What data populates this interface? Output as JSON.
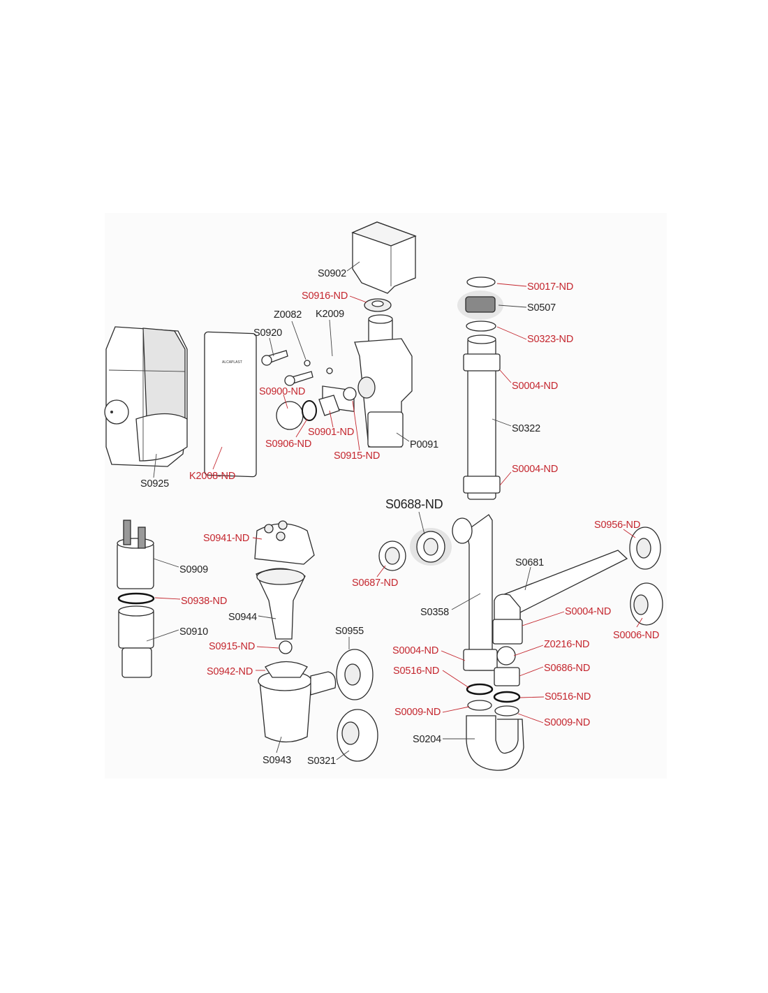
{
  "colors": {
    "part_label": "#222222",
    "spare_label": "#c4262e"
  },
  "labels": {
    "s0902": "S0902",
    "s0916": "S0916-ND",
    "z0082": "Z0082",
    "k2009": "K2009",
    "s0920": "S0920",
    "s0900": "S0900-ND",
    "s0901": "S0901-ND",
    "s0906": "S0906-ND",
    "s0915a": "S0915-ND",
    "p0091": "P0091",
    "k2008": "K2008-ND",
    "s0925": "S0925",
    "s0017": "S0017-ND",
    "s0507": "S0507",
    "s0323": "S0323-ND",
    "s0004a": "S0004-ND",
    "s0322": "S0322",
    "s0004b": "S0004-ND",
    "s0688": "S0688-ND",
    "s0687": "S0687-ND",
    "s0956": "S0956-ND",
    "s0681": "S0681",
    "s0358": "S0358",
    "s0004c": "S0004-ND",
    "s0006": "S0006-ND",
    "s0004d": "S0004-ND",
    "z0216": "Z0216-ND",
    "s0516a": "S0516-ND",
    "s0686": "S0686-ND",
    "s0516b": "S0516-ND",
    "s0009a": "S0009-ND",
    "s0009b": "S0009-ND",
    "s0204": "S0204",
    "s0941": "S0941-ND",
    "s0909": "S0909",
    "s0938": "S0938-ND",
    "s0944": "S0944",
    "s0910": "S0910",
    "s0915b": "S0915-ND",
    "s0955": "S0955",
    "s0942": "S0942-ND",
    "s0943": "S0943",
    "s0321": "S0321"
  }
}
